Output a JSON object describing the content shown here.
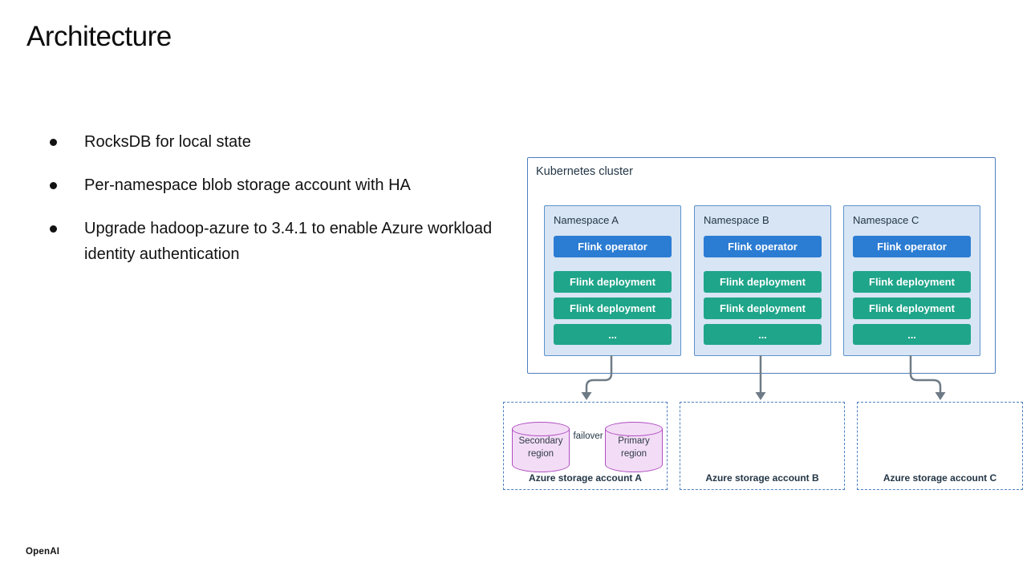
{
  "slide": {
    "title": "Architecture",
    "bullets": [
      "RocksDB for local state",
      "Per-namespace blob storage account with HA",
      "Upgrade hadoop-azure to 3.4.1 to enable Azure workload identity authentication"
    ],
    "footer_logo": "OpenAI"
  },
  "diagram": {
    "cluster": {
      "label": "Kubernetes cluster",
      "namespaces": [
        {
          "label": "Namespace A",
          "operator": "Flink operator",
          "deployments": [
            "Flink deployment",
            "Flink deployment"
          ],
          "more": "..."
        },
        {
          "label": "Namespace B",
          "operator": "Flink operator",
          "deployments": [
            "Flink deployment",
            "Flink deployment"
          ],
          "more": "..."
        },
        {
          "label": "Namespace C",
          "operator": "Flink operator",
          "deployments": [
            "Flink deployment",
            "Flink deployment"
          ],
          "more": "..."
        }
      ]
    },
    "storage_accounts": [
      {
        "label": "Azure storage account A",
        "secondary": "Secondary region",
        "primary": "Primary region",
        "failover_label": "failover"
      },
      {
        "label": "Azure storage account B"
      },
      {
        "label": "Azure storage account C"
      }
    ],
    "colors": {
      "operator_blue": "#2b7cd3",
      "deployment_green": "#1fa58a",
      "namespace_fill": "#d8e5f4",
      "namespace_border": "#5d92cc",
      "cluster_border": "#4d7ebf",
      "dashed_border": "#4d7ebf",
      "arrow_gray": "#6e7b87",
      "cylinder_fill": "#f3ddf6",
      "cylinder_border": "#b04ec2",
      "diagram_text": "#233646"
    }
  }
}
